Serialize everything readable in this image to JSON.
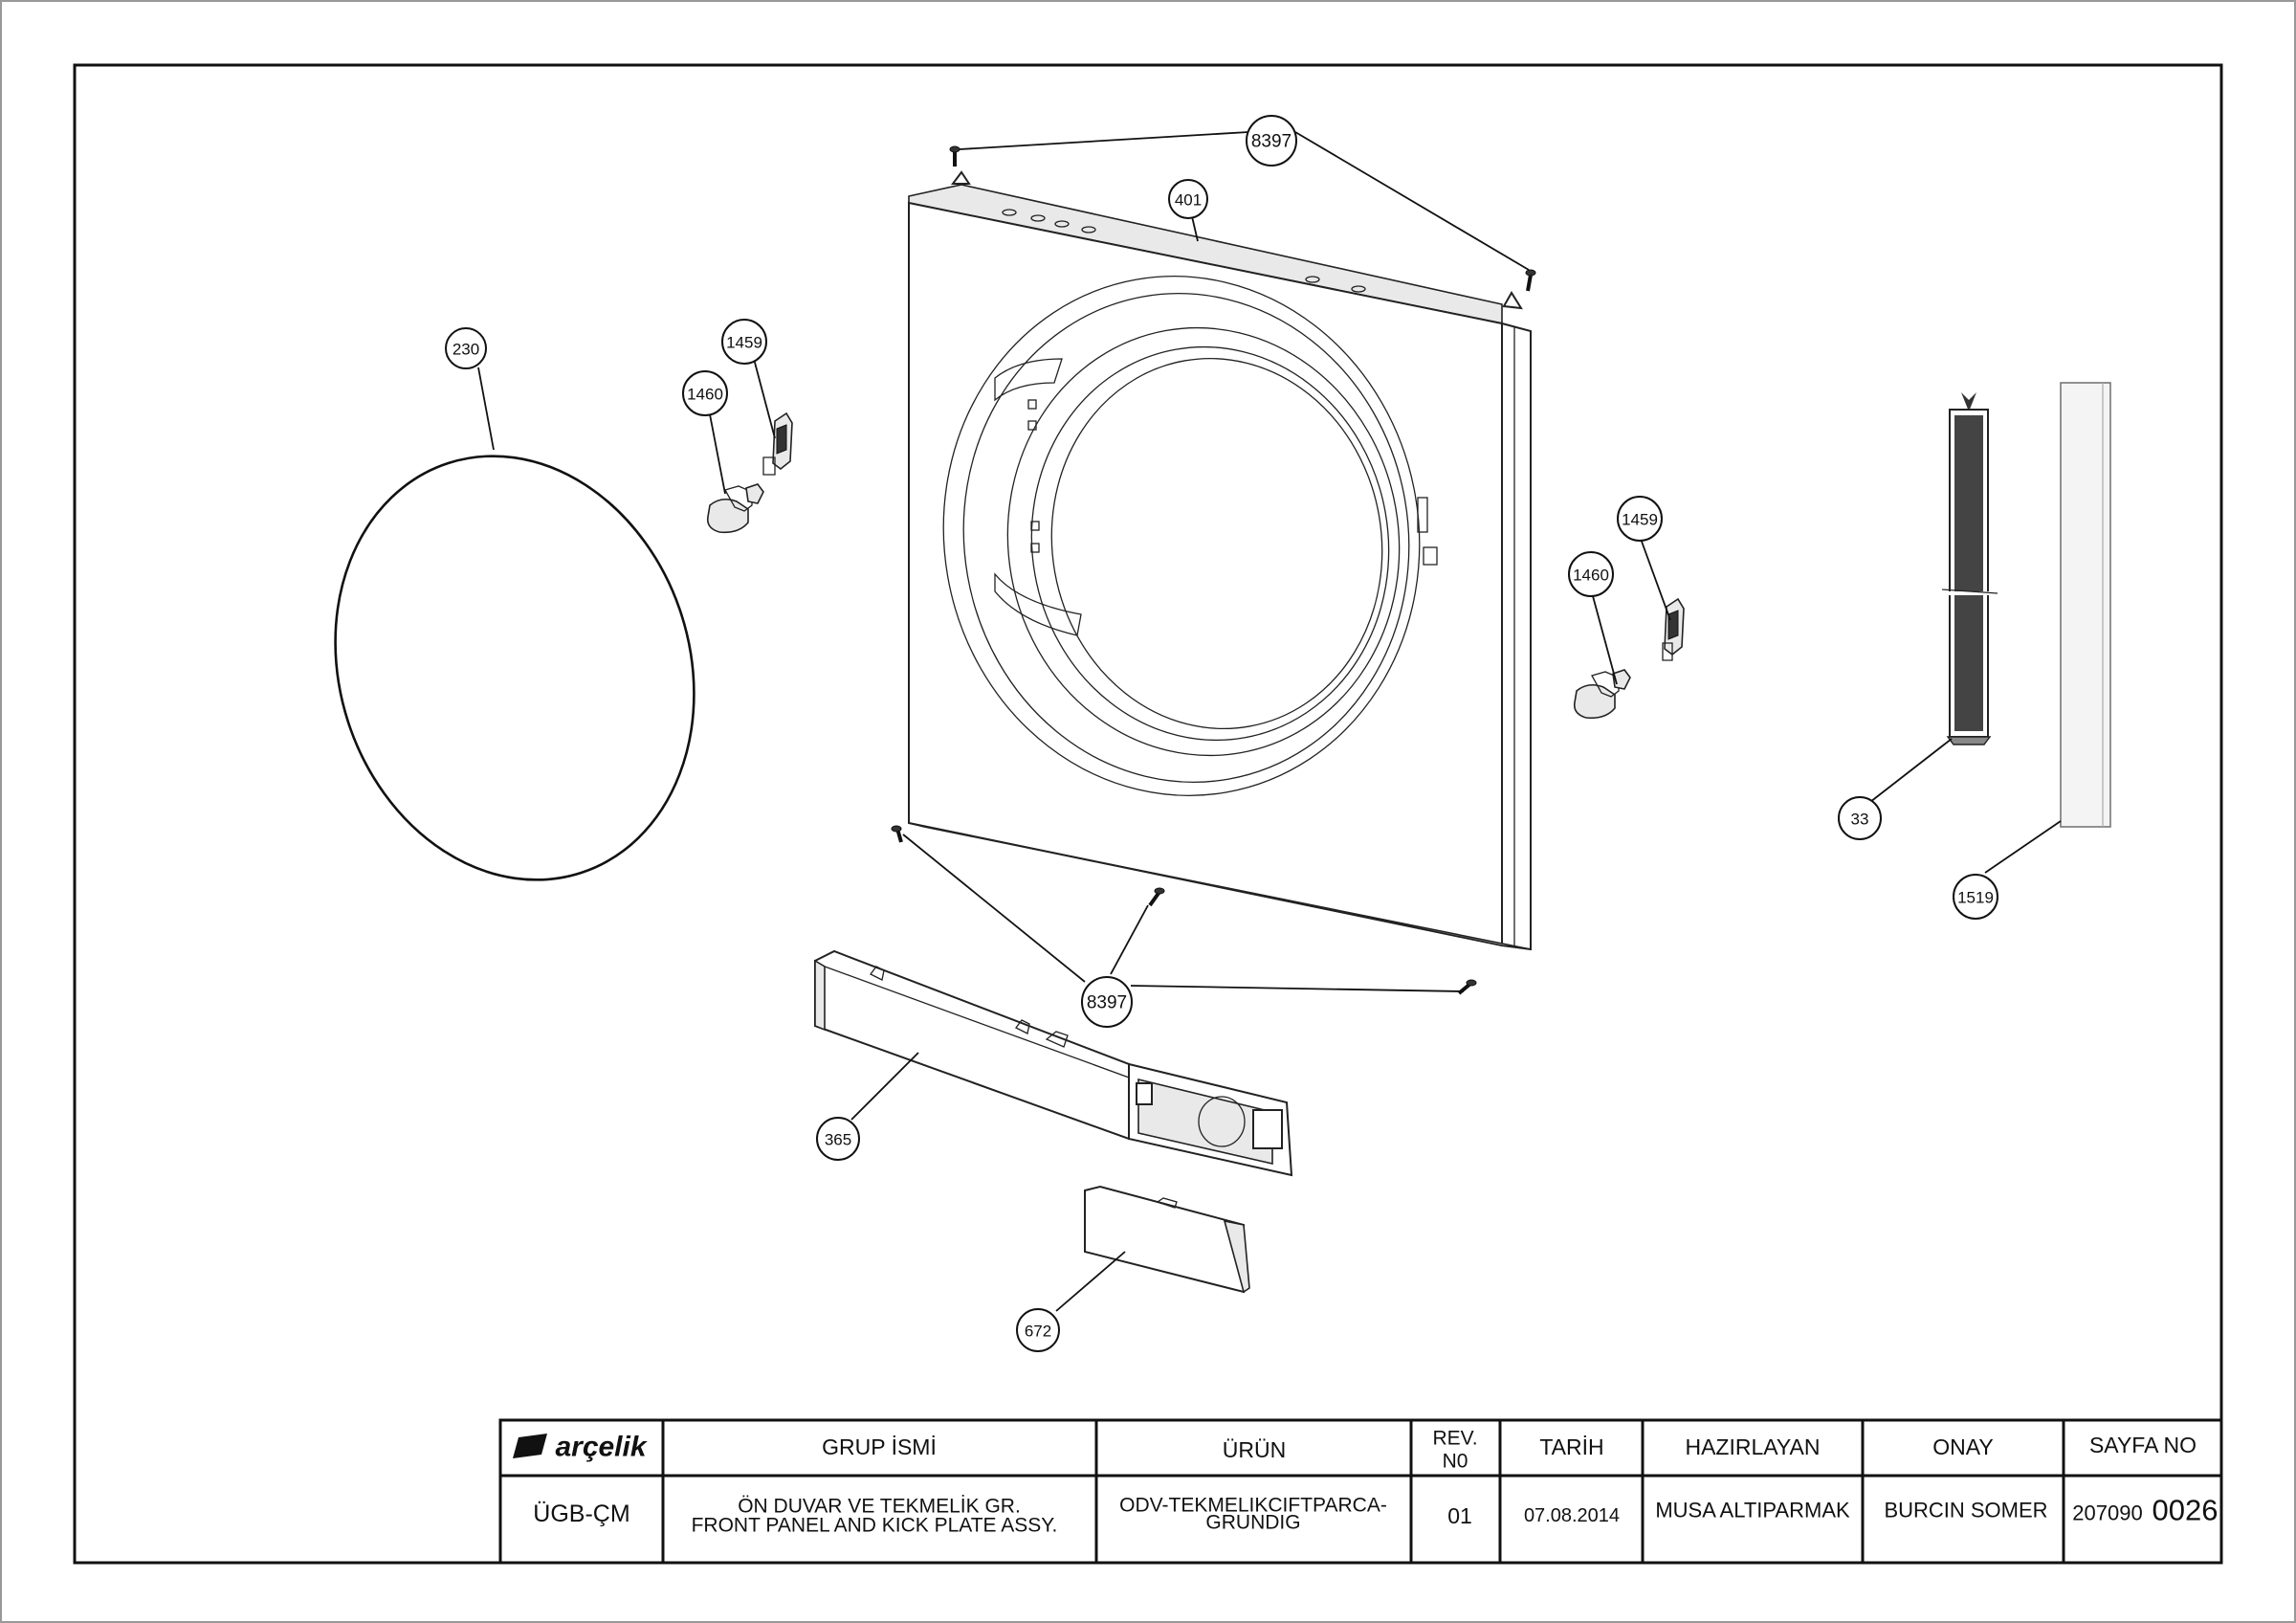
{
  "callouts": [
    {
      "id": "c-8397-top",
      "label": "8397"
    },
    {
      "id": "c-401",
      "label": "401"
    },
    {
      "id": "c-230",
      "label": "230"
    },
    {
      "id": "c-1459-left",
      "label": "1459"
    },
    {
      "id": "c-1460-left",
      "label": "1460"
    },
    {
      "id": "c-1459-right",
      "label": "1459"
    },
    {
      "id": "c-1460-right",
      "label": "1460"
    },
    {
      "id": "c-33",
      "label": "33"
    },
    {
      "id": "c-1519",
      "label": "1519"
    },
    {
      "id": "c-8397-bottom",
      "label": "8397"
    },
    {
      "id": "c-365",
      "label": "365"
    },
    {
      "id": "c-672",
      "label": "672"
    }
  ],
  "title_block": {
    "logo": "arçelik",
    "headers": {
      "group_name": "GRUP İSMİ",
      "product": "ÜRÜN",
      "rev_line1": "REV.",
      "rev_line2": "N0",
      "date": "TARİH",
      "prepared_by": "HAZIRLAYAN",
      "approval": "ONAY",
      "page_no": "SAYFA NO"
    },
    "values": {
      "department": "ÜGB-ÇM",
      "group_name_line1": "ÖN DUVAR VE TEKMELİK GR.",
      "group_name_line2": "FRONT PANEL AND KICK PLATE ASSY.",
      "product_line1": "ODV-TEKMELIKCIFTPARCA-",
      "product_line2": "GRUNDIG",
      "rev": "01",
      "date": "07.08.2014",
      "prepared_by": "MUSA ALTIPARMAK",
      "approval": "BURCIN SOMER",
      "page_no_prefix": "207090",
      "page_no_suffix": "0026"
    }
  }
}
